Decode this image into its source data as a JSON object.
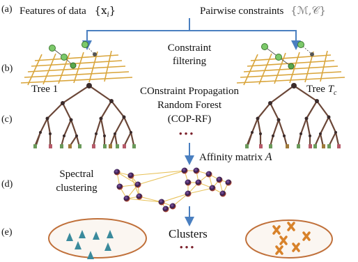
{
  "step_labels": [
    "(a)",
    "(b)",
    "(c)",
    "(d)",
    "(e)"
  ],
  "features": {
    "text": "Features of data",
    "math": "{x",
    "math_sub": "i",
    "math_close": "}"
  },
  "constraints": {
    "text": "Pairwise constraints",
    "math": "{ℳ,𝒞}"
  },
  "constraint_filtering": [
    "Constraint",
    "filtering"
  ],
  "tree1": "Tree 1",
  "treec": {
    "text": "Tree",
    "sym": "T",
    "sub": "c"
  },
  "coprf": [
    "COnstraint Propagation",
    "Random Forest",
    "(COP-RF)"
  ],
  "ellipsis": "• • •",
  "affinity": {
    "text": "Affinity matrix",
    "sym": "A"
  },
  "spectral": [
    "Spectral",
    "clustering"
  ],
  "clusters": "Clusters",
  "colors": {
    "arrow": "#4a7fc0",
    "grid": "#d9a53b",
    "tree": "#6b4738",
    "node": "#2f1a4a",
    "node_hi": "#e25a2a",
    "edge": "#e8c25a",
    "ellipse": "#c0703a",
    "triangle": "#3a8a9c",
    "cross": "#d8822a",
    "dot": "#7a1f2a"
  }
}
